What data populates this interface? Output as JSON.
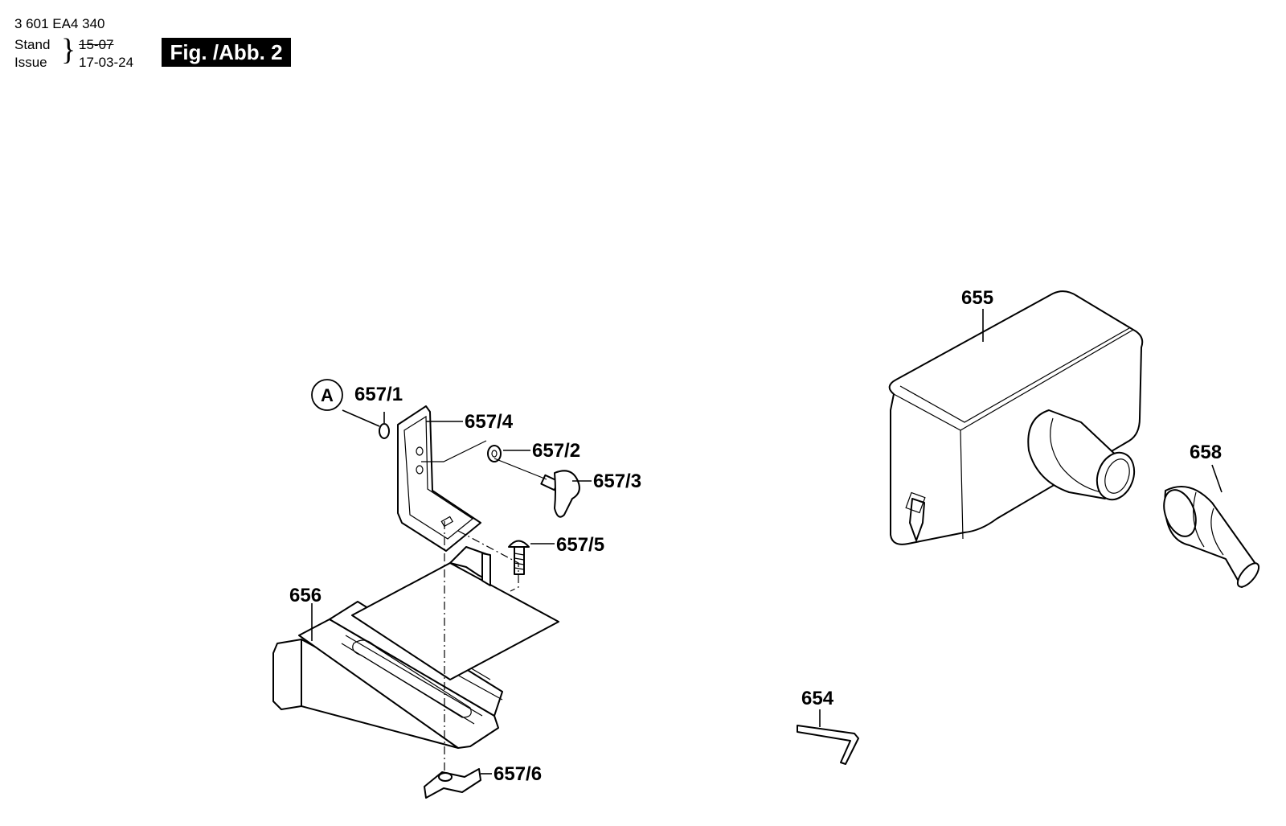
{
  "header": {
    "part_number": "3 601 EA4 340",
    "stand_label": "Stand",
    "issue_label": "Issue",
    "old_date": "15-07",
    "new_date": "17-03-24",
    "figure_label": "Fig. /Abb. 2"
  },
  "callouts": {
    "a": "A",
    "p657_1": "657/1",
    "p657_4": "657/4",
    "p657_2": "657/2",
    "p657_3": "657/3",
    "p657_5": "657/5",
    "p656": "656",
    "p657_6": "657/6",
    "p655": "655",
    "p658": "658",
    "p654": "654"
  }
}
